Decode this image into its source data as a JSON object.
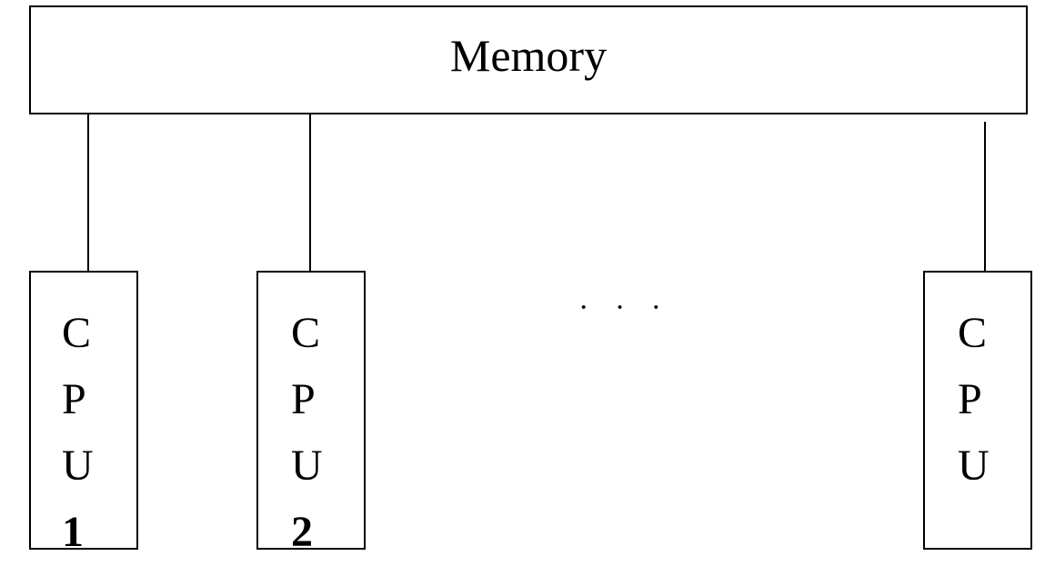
{
  "memory": {
    "label": "Memory"
  },
  "cpus": [
    {
      "letters": [
        "C",
        "P",
        "U"
      ],
      "number": "1"
    },
    {
      "letters": [
        "C",
        "P",
        "U"
      ],
      "number": "2"
    },
    {
      "letters": [
        "C",
        "P",
        "U"
      ],
      "number": ""
    }
  ],
  "ellipsis": "· · ·"
}
